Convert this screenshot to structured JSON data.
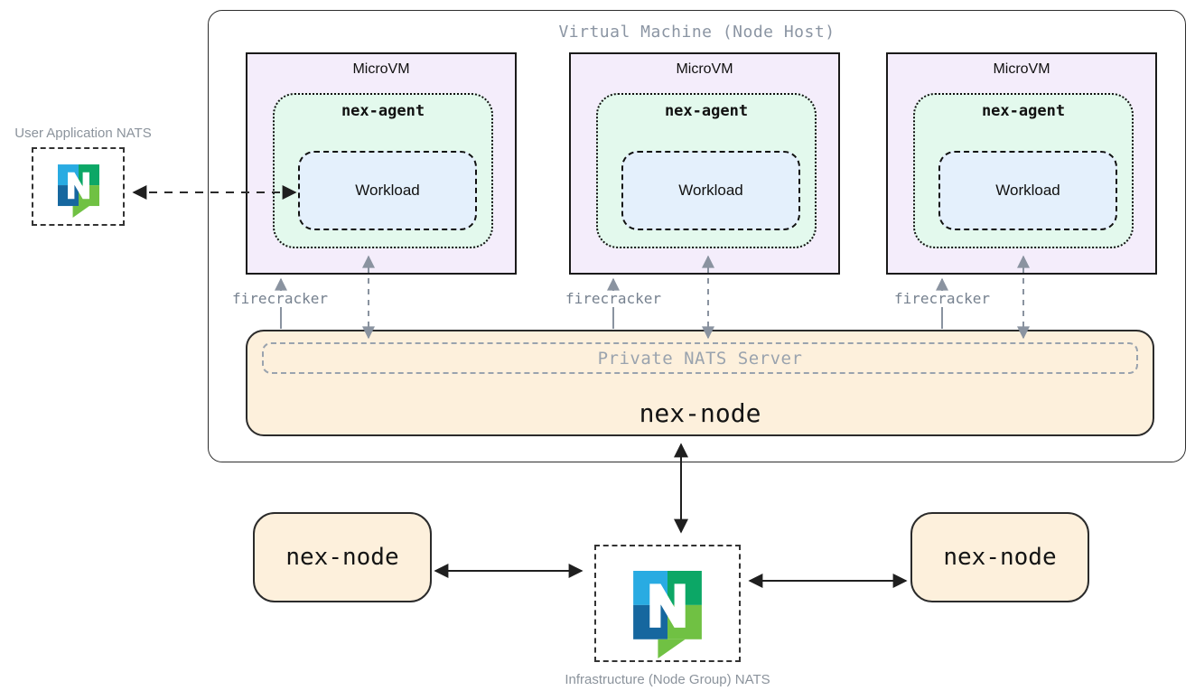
{
  "vm_host": {
    "title": "Virtual Machine (Node Host)",
    "microvms": [
      {
        "title": "MicroVM",
        "agent": "nex-agent",
        "workload": "Workload",
        "bridge": "firecracker"
      },
      {
        "title": "MicroVM",
        "agent": "nex-agent",
        "workload": "Workload",
        "bridge": "firecracker"
      },
      {
        "title": "MicroVM",
        "agent": "nex-agent",
        "workload": "Workload",
        "bridge": "firecracker"
      }
    ],
    "nex_node": {
      "private_nats": "Private NATS Server",
      "label": "nex-node"
    }
  },
  "user_nats": {
    "label": "User Application NATS",
    "icon": "nats-logo"
  },
  "infra_nats": {
    "label": "Infrastructure (Node Group) NATS",
    "icon": "nats-logo"
  },
  "peer_nodes": [
    {
      "label": "nex-node"
    },
    {
      "label": "nex-node"
    }
  ],
  "colors": {
    "microvm_fill": "#f4edfb",
    "agent_fill": "#e3f9ed",
    "workload_fill": "#e4f0fc",
    "nex_node_fill": "#fdf0dc",
    "gray_arrow": "#8a93a0",
    "black_arrow": "#1f1f1f",
    "muted_text": "#8b95a3",
    "nats_blue_light": "#29abe2",
    "nats_green_dark": "#0ca766",
    "nats_blue_dark": "#16679f",
    "nats_green_light": "#70c143"
  }
}
